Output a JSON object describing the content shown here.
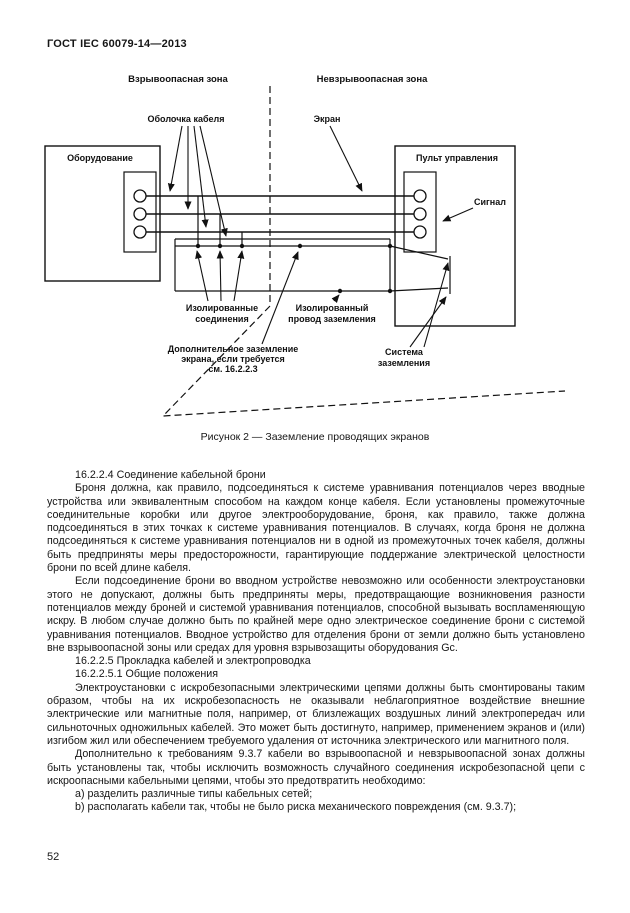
{
  "page": {
    "header": "ГОСТ IEC 60079-14—2013",
    "page_number": "52"
  },
  "figure": {
    "caption": "Рисунок 2 — Заземление проводящих экранов",
    "labels": {
      "zone_left": "Взрывоопасная зона",
      "zone_right": "Невзрывоопасная зона",
      "cable_sheath": "Оболочка кабеля",
      "screen": "Экран",
      "equipment": "Оборудование",
      "control_panel": "Пульт управления",
      "signal": "Сигнал",
      "insulated_connections_line1": "Изолированные",
      "insulated_connections_line2": "соединения",
      "insulated_ground_line1": "Изолированный",
      "insulated_ground_line2": "провод заземления",
      "additional_ground_line1": "Дополнительное заземление",
      "additional_ground_line2": "экрана, если требуется",
      "additional_ground_line3": "см. 16.2.2.3",
      "ground_system_line1": "Система",
      "ground_system_line2": "заземления"
    }
  },
  "content": {
    "paragraphs": [
      "16.2.2.4 Соединение кабельной брони",
      "Броня должна, как правило, подсоединяться к системе уравнивания потенциалов через вводные устройства или эквивалентным способом на каждом конце кабеля. Если установлены промежуточные соединительные коробки или другое электрооборудование, броня, как правило, также должна подсоединяться в этих точках к системе уравнивания потенциалов. В случаях, когда броня не должна подсоединяться к системе уравнивания потенциалов ни в одной из промежуточных точек кабеля, должны быть предприняты меры предосторожности, гарантирующие поддержание электрической целостности брони по всей длине кабеля.",
      "Если подсоединение брони во вводном устройстве невозможно или особенности электроустановки этого не допускают, должны быть предприняты меры, предотвращающие возникновения разности потенциалов между броней и системой уравнивания потенциалов, способной вызывать воспламеняющую искру. В любом случае должно быть по крайней мере одно электрическое соединение брони с системой уравнивания потенциалов. Вводное устройство для отделения брони от земли должно быть установлено вне взрывоопасной зоны или средах для уровня взрывозащиты оборудования  Gc.",
      "16.2.2.5 Прокладка кабелей и электропроводка",
      "16.2.2.5.1 Общие положения",
      "Электроустановки с искробезопасными электрическими цепями должны быть смонтированы таким образом, чтобы на их искробезопасность не оказывали неблагоприятное воздействие внешние электрические или магнитные поля, например, от близлежащих воздушных линий электропередач или сильноточных одножильных кабелей. Это может быть достигнуто, например, применением экранов и (или) изгибом жил или обеспечением требуемого удаления от источника электрического или магнитного поля.",
      "Дополнительно к требованиям 9.3.7 кабели во взрывоопасной и невзрывоопасной зонах должны быть установлены так, чтобы исключить возможность случайного соединения искробезопасной цепи с искроопасными кабельными цепями, чтобы это предотвратить необходимо:",
      "a) разделить различные типы кабельных сетей;",
      "b) располагать кабели так, чтобы не было риска механического повреждения (см. 9.3.7);"
    ]
  }
}
